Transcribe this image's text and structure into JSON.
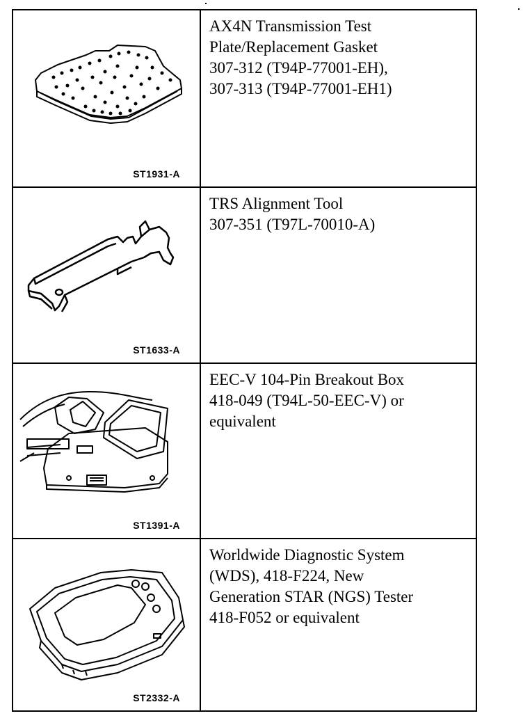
{
  "tools": [
    {
      "figure_code": "ST1931-A",
      "illustration": "transmission-test-plate",
      "lines": [
        "AX4N Transmission Test",
        "Plate/Replacement Gasket",
        "307-312 (T94P-77001-EH),",
        "307-313 (T94P-77001-EH1)"
      ]
    },
    {
      "figure_code": "ST1633-A",
      "illustration": "trs-alignment-tool",
      "lines": [
        "TRS Alignment Tool",
        "307-351 (T97L-70010-A)"
      ]
    },
    {
      "figure_code": "ST1391-A",
      "illustration": "breakout-box",
      "lines": [
        "EEC-V 104-Pin Breakout Box",
        "418-049 (T94L-50-EEC-V) or",
        "equivalent"
      ]
    },
    {
      "figure_code": "ST2332-A",
      "illustration": "diagnostic-tester",
      "lines": [
        "Worldwide Diagnostic System",
        "(WDS), 418-F224, New",
        "Generation STAR (NGS) Tester",
        "418-F052 or equivalent"
      ]
    }
  ]
}
